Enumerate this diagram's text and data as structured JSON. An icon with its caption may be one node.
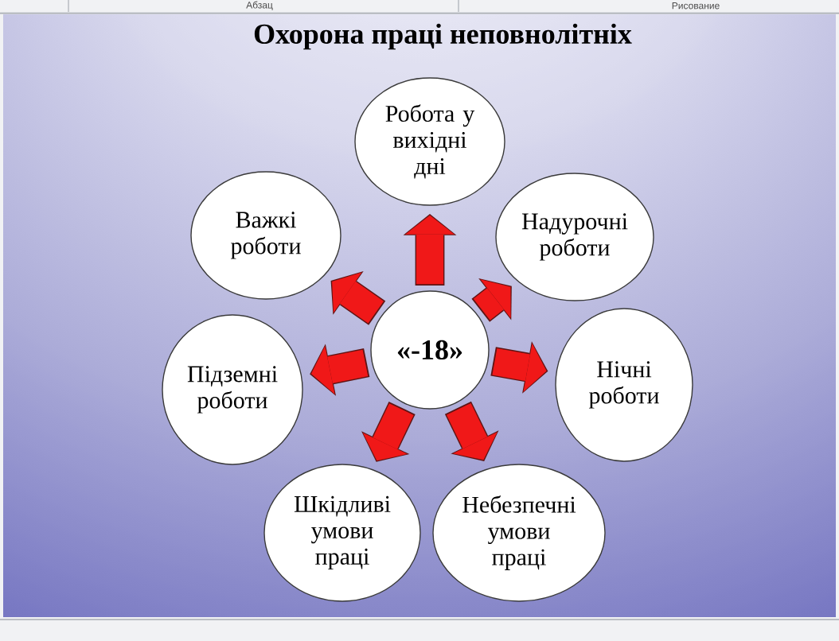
{
  "diagram": {
    "title": "Охорона праці неповнолітніх",
    "nodes": [
      {
        "text": [
          "Робота у вихідні дні"
        ]
      },
      {
        "text": [
          "Важкі роботи"
        ]
      },
      {
        "text": [
          "Надурочні роботи"
        ]
      },
      {
        "text": [
          "«-18»"
        ]
      },
      {
        "text": [
          "Підземні роботи"
        ]
      },
      {
        "text": [
          "Нічні роботи"
        ]
      },
      {
        "text": [
          "Шкідливі умови праці"
        ]
      },
      {
        "text": [
          "Небезпечні умови праці"
        ]
      }
    ],
    "edges": [
      {
        "from": 3,
        "to": 0,
        "arrow": "to"
      },
      {
        "from": 3,
        "to": 2,
        "arrow": "to"
      },
      {
        "from": 3,
        "to": 5,
        "arrow": "to"
      },
      {
        "from": 3,
        "to": 7,
        "arrow": "to"
      },
      {
        "from": 3,
        "to": 6,
        "arrow": "to"
      },
      {
        "from": 3,
        "to": 4,
        "arrow": "to"
      },
      {
        "from": 3,
        "to": 1,
        "arrow": "to"
      }
    ],
    "labels": [
      "Абзац",
      "Рисование"
    ]
  }
}
